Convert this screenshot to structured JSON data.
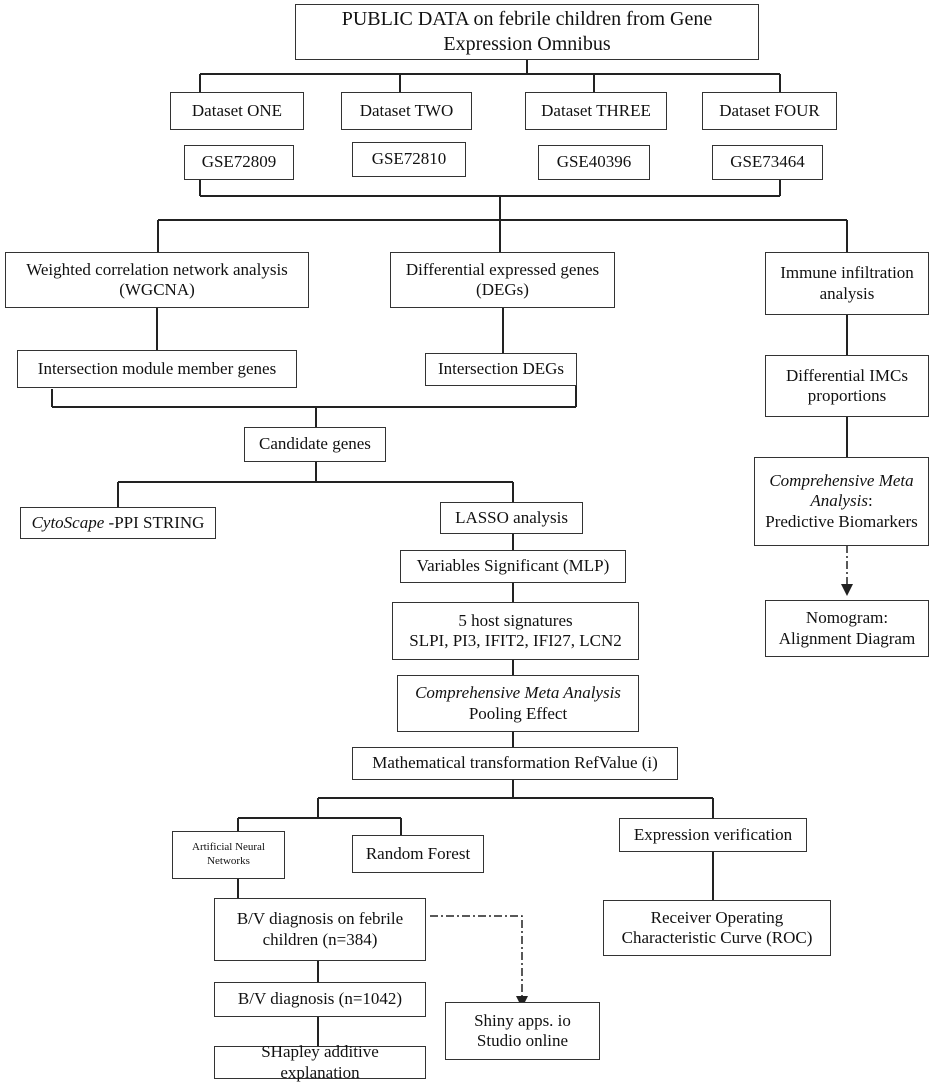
{
  "top": {
    "line1": "PUBLIC DATA on febrile children from Gene",
    "line2": "Expression Omnibus"
  },
  "datasets": [
    {
      "name": "Dataset ONE",
      "gse": "GSE72809"
    },
    {
      "name": "Dataset TWO",
      "gse": "GSE72810"
    },
    {
      "name": "Dataset THREE",
      "gse": "GSE40396"
    },
    {
      "name": "Dataset FOUR",
      "gse": "GSE73464"
    }
  ],
  "wgcna": {
    "line1": "Weighted correlation network analysis",
    "line2": "(WGCNA)"
  },
  "degs": {
    "line1": "Differential expressed genes",
    "line2": "(DEGs)"
  },
  "immune": {
    "line1": "Immune infiltration",
    "line2": "analysis"
  },
  "intersection_module": "Intersection module member genes",
  "intersection_degs": "Intersection DEGs",
  "diff_imcs": {
    "line1": "Differential IMCs",
    "line2": "proportions"
  },
  "candidate": "Candidate genes",
  "cytoscape": {
    "italic": "CytoScape",
    "rest": " -PPI STRING"
  },
  "lasso": "LASSO analysis",
  "cma_right": {
    "line1": "Comprehensive Meta",
    "line2_italic": "Analysis",
    "line2_rest": ":",
    "line3": "Predictive Biomarkers"
  },
  "variables": "Variables Significant (MLP)",
  "signatures": {
    "line1": "5 host signatures",
    "line2": "SLPI, PI3, IFIT2, IFI27, LCN2"
  },
  "nomogram": {
    "line1": "Nomogram:",
    "line2": "Alignment Diagram"
  },
  "cma_center": {
    "line1": "Comprehensive Meta Analysis",
    "line2": "Pooling Effect"
  },
  "math": "Mathematical transformation RefValue (i)",
  "ann": {
    "line1": "Artificial Neural",
    "line2": "Networks"
  },
  "rf": "Random Forest",
  "expr": "Expression verification",
  "roc": {
    "line1": "Receiver Operating",
    "line2": "Characteristic Curve (ROC)"
  },
  "bv384": {
    "line1": "B/V diagnosis on febrile",
    "line2": "children (n=384)"
  },
  "bv1042": "B/V diagnosis  (n=1042)",
  "shiny": {
    "line1": "Shiny apps. io",
    "line2": "Studio online"
  },
  "shap": "SHapley additive explanation"
}
